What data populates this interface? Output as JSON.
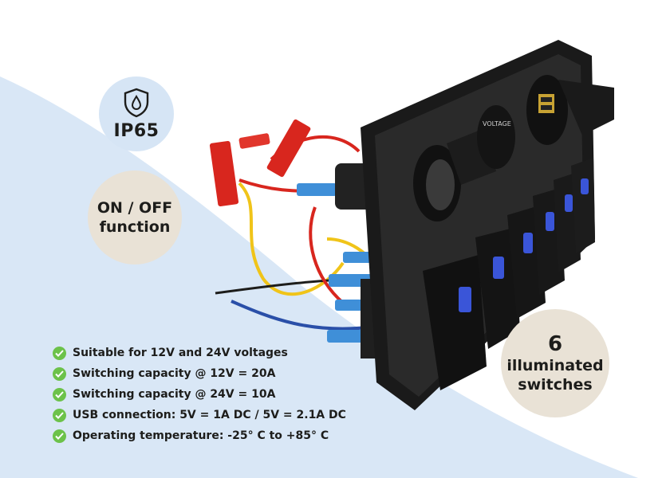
{
  "badges": {
    "ip": {
      "label": "IP65",
      "icon": "shield-water-drop-icon"
    },
    "onoff": {
      "line1": "ON / OFF",
      "line2": "function"
    },
    "switches": {
      "count": "6",
      "line1": "illuminated",
      "line2": "switches"
    }
  },
  "features": [
    "Suitable for 12V and 24V voltages",
    "Switching capacity @ 12V = 20A",
    "Switching capacity @ 24V = 10A",
    "USB connection: 5V = 1A DC / 5V = 2.1A DC",
    "Operating temperature: -25° C to +85° C"
  ],
  "product": {
    "voltmeter_label": "VOLTAGE",
    "icons": [
      "cigarette-lighter-socket-icon",
      "voltmeter-icon",
      "usb-socket-icon",
      "rocker-switch-icon"
    ]
  },
  "colors": {
    "light_blue": "#d6e5f5",
    "beige": "#e9e2d6",
    "check_green": "#6cc24a",
    "switch_led_blue": "#3a55d8",
    "wire_red": "#d8261e",
    "wire_yellow": "#f0c419",
    "wire_blue": "#2a4fa8"
  }
}
